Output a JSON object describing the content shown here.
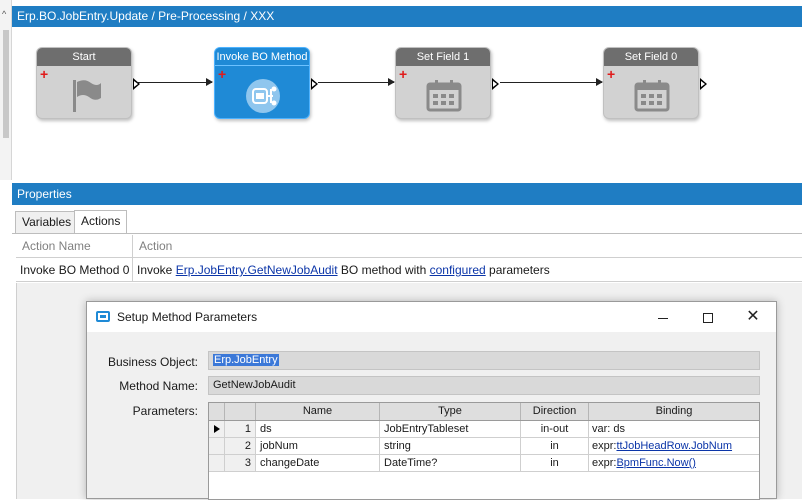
{
  "designer": {
    "path": "Erp.BO.JobEntry.Update / Pre-Processing / XXX"
  },
  "workflow": {
    "nodes": [
      {
        "title": "Start",
        "icon": "flag-icon",
        "selected": false
      },
      {
        "title": "Invoke BO Method",
        "icon": "invoke-method-icon",
        "selected": true
      },
      {
        "title": "Set Field 1",
        "icon": "calendar-icon",
        "selected": false
      },
      {
        "title": "Set Field 0",
        "icon": "calendar-icon",
        "selected": false
      }
    ]
  },
  "properties": {
    "title": "Properties",
    "tabs": [
      {
        "label": "Variables",
        "active": false
      },
      {
        "label": "Actions",
        "active": true
      }
    ],
    "grid": {
      "columns": [
        "Action Name",
        "Action"
      ],
      "rows": [
        {
          "name": "Invoke BO Method 0",
          "action_prefix": "Invoke",
          "action_link1": "Erp.JobEntry.GetNewJobAudit",
          "action_mid": "BO method with",
          "action_link2": "configured",
          "action_suffix": "parameters"
        }
      ]
    }
  },
  "dialog": {
    "title": "Setup Method Parameters",
    "business_object_label": "Business Object:",
    "business_object_value": "Erp.JobEntry",
    "method_name_label": "Method Name:",
    "method_name_value": "GetNewJobAudit",
    "parameters_label": "Parameters:",
    "params": {
      "columns": [
        "Name",
        "Type",
        "Direction",
        "Binding"
      ],
      "rows": [
        {
          "num": "1",
          "name": "ds",
          "type": "JobEntryTableset",
          "direction": "in-out",
          "binding_prefix": "var:",
          "binding_value": "ds",
          "binding_link": false,
          "current": true
        },
        {
          "num": "2",
          "name": "jobNum",
          "type": "string",
          "direction": "in",
          "binding_prefix": "expr:",
          "binding_value": "ttJobHeadRow.JobNum",
          "binding_link": true,
          "current": false
        },
        {
          "num": "3",
          "name": "changeDate",
          "type": "DateTime?",
          "direction": "in",
          "binding_prefix": "expr:",
          "binding_value": "BpmFunc.Now()",
          "binding_link": true,
          "current": false
        }
      ]
    }
  },
  "colors": {
    "accent": "#1f7dc3",
    "selected_node": "#1f8ad6",
    "link": "#0b35a8",
    "node_gray": "#d2d2d2",
    "plus_red": "#e01b1b"
  }
}
